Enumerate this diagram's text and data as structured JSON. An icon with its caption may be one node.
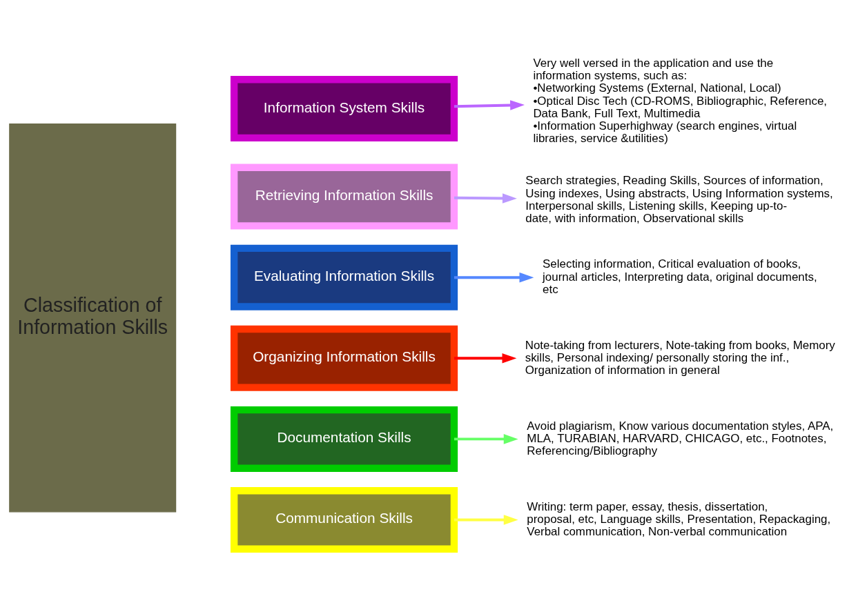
{
  "diagram": {
    "nodes": [
      {
        "text": [
          "Classification of Information Skills"
        ]
      },
      {
        "text": [
          "Information System Skills"
        ]
      },
      {
        "text": [
          "Retrieving Information Skills"
        ]
      },
      {
        "text": [
          "Evaluating Information Skills"
        ]
      },
      {
        "text": [
          "Organizing Information Skills"
        ]
      },
      {
        "text": [
          "Documentation Skills"
        ]
      },
      {
        "text": [
          "Communication Skills"
        ]
      },
      {
        "text": [
          "Very well versed in the application and use the information systems, such as:",
          "•Networking Systems (External, National, Local)",
          "•Optical Disc Tech (CD-ROMS, Bibliographic, Reference, Data Bank, Full Text, Multimedia",
          "•Information Superhighway (search engines, virtual libraries, service &utilities)"
        ]
      },
      {
        "text": [
          "Search strategies, Reading Skills, Sources of information, Using indexes, Using abstracts, Using Information systems, Interpersonal skills, Listening skills, Keeping up-to-date, with information, Observational skills"
        ]
      },
      {
        "text": [
          "Selecting information, Critical evaluation of books, journal articles, Interpreting data, original documents, etc"
        ]
      },
      {
        "text": [
          "Note-taking from lecturers, Note-taking from books, Memory skills, Personal indexing/ personally storing the inf., Organization of information in general"
        ]
      },
      {
        "text": [
          "Avoid plagiarism, Know various documentation styles, APA, MLA, TURABIAN, HARVARD, CHICAGO, etc., Footnotes, Referencing/Bibliography"
        ]
      },
      {
        "text": [
          "Writing: term paper, essay, thesis, dissertation, proposal, etc, Language skills, Presentation, Repackaging, Verbal communication, Non-verbal communication"
        ]
      }
    ],
    "edges": [
      {
        "from": 1,
        "to": 7,
        "arrow": "to",
        "color": "#bb66ff"
      },
      {
        "from": 2,
        "to": 8,
        "arrow": "to",
        "color": "#bb99ff"
      },
      {
        "from": 3,
        "to": 9,
        "arrow": "to",
        "color": "#5588ff"
      },
      {
        "from": 4,
        "to": 10,
        "arrow": "to",
        "color": "#ff0000"
      },
      {
        "from": 5,
        "to": 11,
        "arrow": "to",
        "color": "#66ff66"
      },
      {
        "from": 6,
        "to": 12,
        "arrow": "to",
        "color": "#ffff44"
      }
    ]
  }
}
